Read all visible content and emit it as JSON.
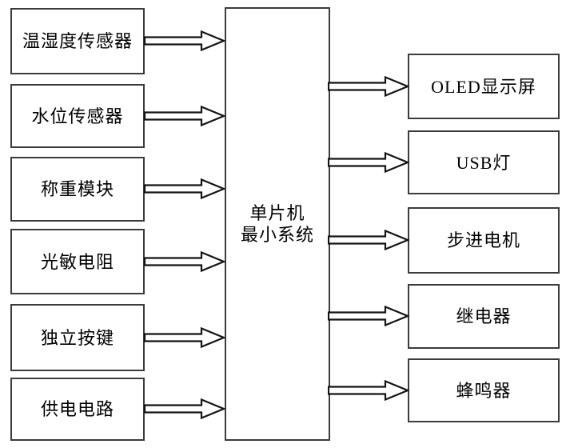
{
  "diagram": {
    "type": "block-diagram",
    "center_box": {
      "lines": [
        "单片机",
        "最小系统"
      ]
    },
    "inputs": [
      {
        "label": "温湿度传感器"
      },
      {
        "label": "水位传感器"
      },
      {
        "label": "称重模块"
      },
      {
        "label": "光敏电阻"
      },
      {
        "label": "独立按键"
      },
      {
        "label": "供电电路"
      }
    ],
    "outputs": [
      {
        "label": "OLED显示屏"
      },
      {
        "label": "USB灯"
      },
      {
        "label": "步进电机"
      },
      {
        "label": "继电器"
      },
      {
        "label": "蜂鸣器"
      }
    ],
    "arrows": {
      "style": "hollow-block-arrow",
      "direction_left_column": "into-center",
      "direction_right_column": "out-of-center"
    },
    "colors": {
      "background": "#ffffff",
      "box_border": "#3b3b3b",
      "arrow_outline": "#141414",
      "arrow_fill": "#ffffff",
      "text": "#000000"
    }
  }
}
